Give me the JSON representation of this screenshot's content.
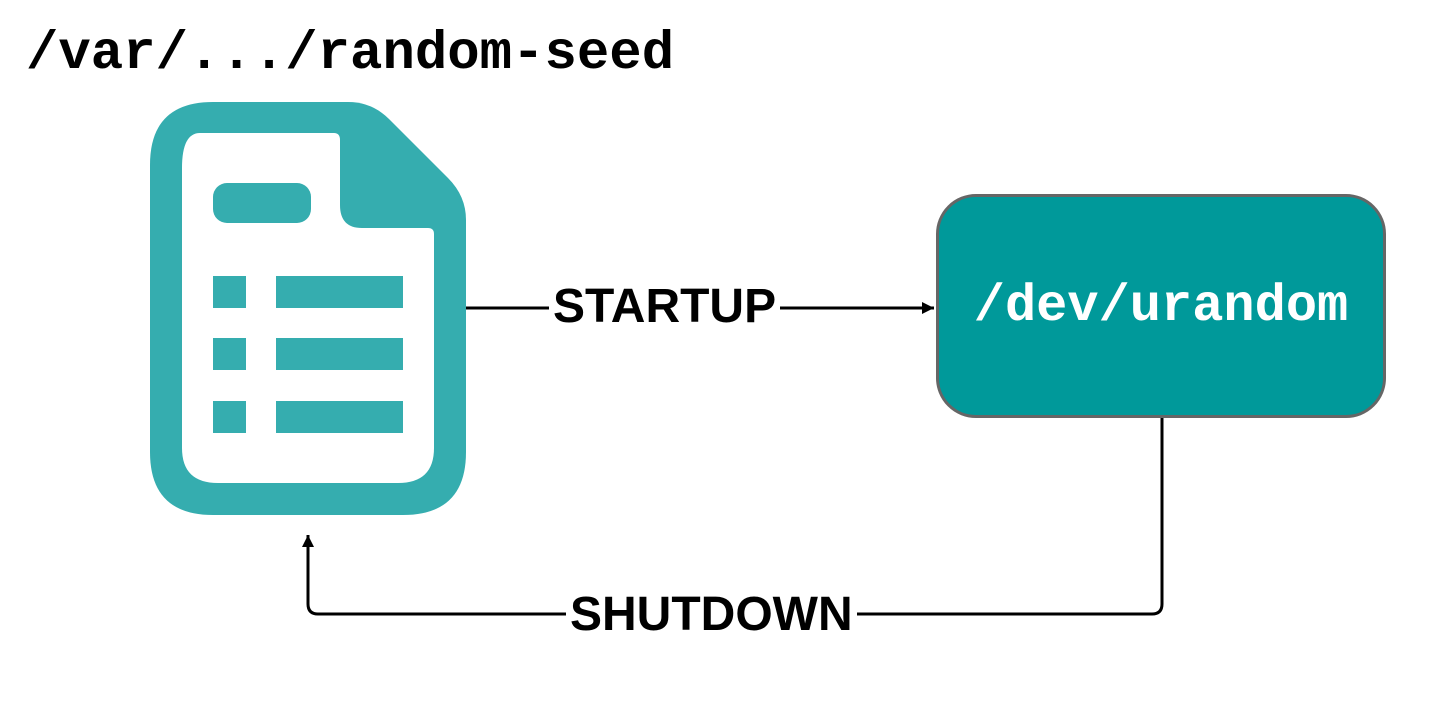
{
  "diagram": {
    "seed_file": {
      "title": "/var/.../random-seed",
      "icon": "document-list-icon",
      "color": "#35adaf"
    },
    "device": {
      "label": "/dev/urandom",
      "fill": "#00999a",
      "border": "#666666",
      "text_color": "#ffffff"
    },
    "edges": {
      "startup": {
        "label": "STARTUP",
        "from": "seed_file",
        "to": "device"
      },
      "shutdown": {
        "label": "SHUTDOWN",
        "from": "device",
        "to": "seed_file"
      }
    }
  }
}
